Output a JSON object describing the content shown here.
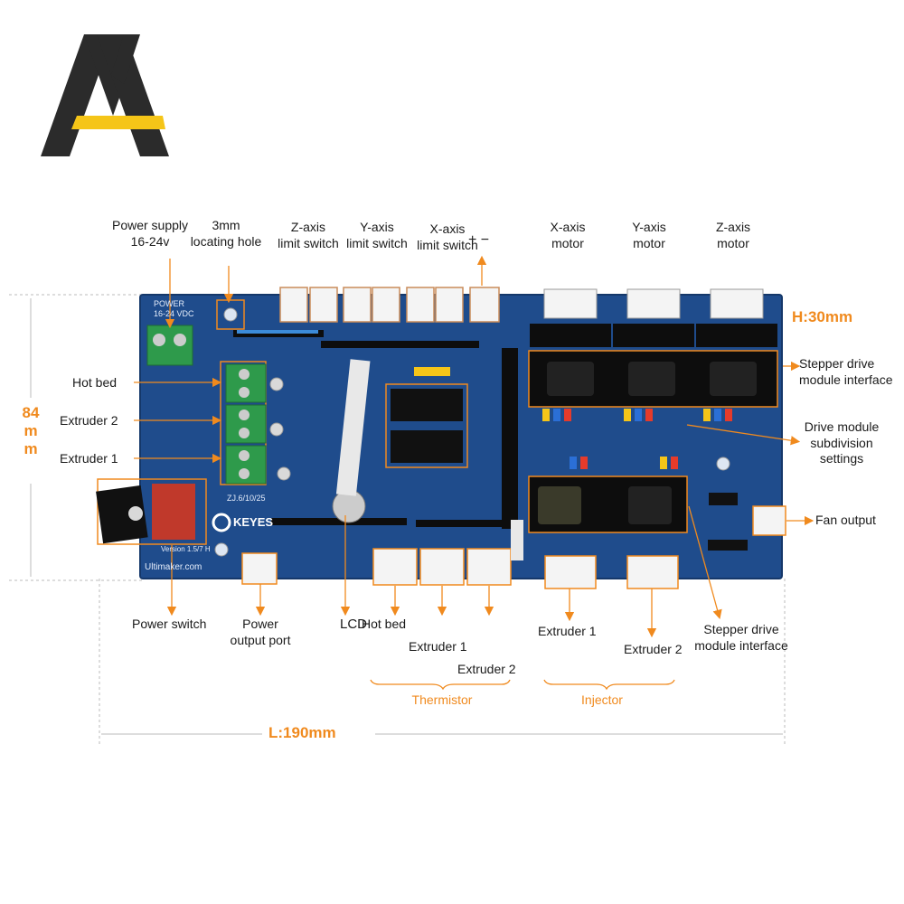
{
  "labels": {
    "power_supply": [
      "Power supply",
      "16-24v"
    ],
    "locating_hole": [
      "3mm",
      "locating hole"
    ],
    "z_limit": [
      "Z-axis",
      "limit switch"
    ],
    "y_limit": [
      "Y-axis",
      "limit switch"
    ],
    "x_limit": [
      "X-axis",
      "limit switch"
    ],
    "plus_minus": "+ −",
    "x_motor": [
      "X-axis",
      "motor"
    ],
    "y_motor": [
      "Y-axis",
      "motor"
    ],
    "z_motor": [
      "Z-axis",
      "motor"
    ],
    "height": "H:30mm",
    "stepper_top": [
      "Stepper drive",
      "module interface"
    ],
    "drive_subdiv": [
      "Drive module",
      "subdivision",
      "settings"
    ],
    "fan_output": "Fan output",
    "hot_bed_left": "Hot bed",
    "extruder2_left": "Extruder 2",
    "extruder1_left": "Extruder 1",
    "depth": "84mm",
    "power_switch": "Power switch",
    "power_output": [
      "Power",
      "output port"
    ],
    "lcd": "LCD",
    "hot_bed_bottom": "Hot bed",
    "extruder1_therm": "Extruder 1",
    "extruder2_therm": "Extruder 2",
    "thermistor": "Thermistor",
    "extruder1_inj": "Extruder 1",
    "extruder2_inj": "Extruder 2",
    "injector": "Injector",
    "stepper_bottom": [
      "Stepper drive",
      "module interface"
    ],
    "length": "L:190mm"
  },
  "board_text": {
    "power": "POWER",
    "vdc": "16-24 VDC",
    "brand": "KEYES",
    "version": "Version 1.5/7 H",
    "ultimaker": "Ultimaker.com",
    "date": "ZJ.6/10/25"
  },
  "colors": {
    "accent": "#f08a1e",
    "board": "#1f4c8c",
    "terminal": "#2e9a4b",
    "logo_dark": "#2b2b2b",
    "logo_yellow": "#f5c518"
  }
}
